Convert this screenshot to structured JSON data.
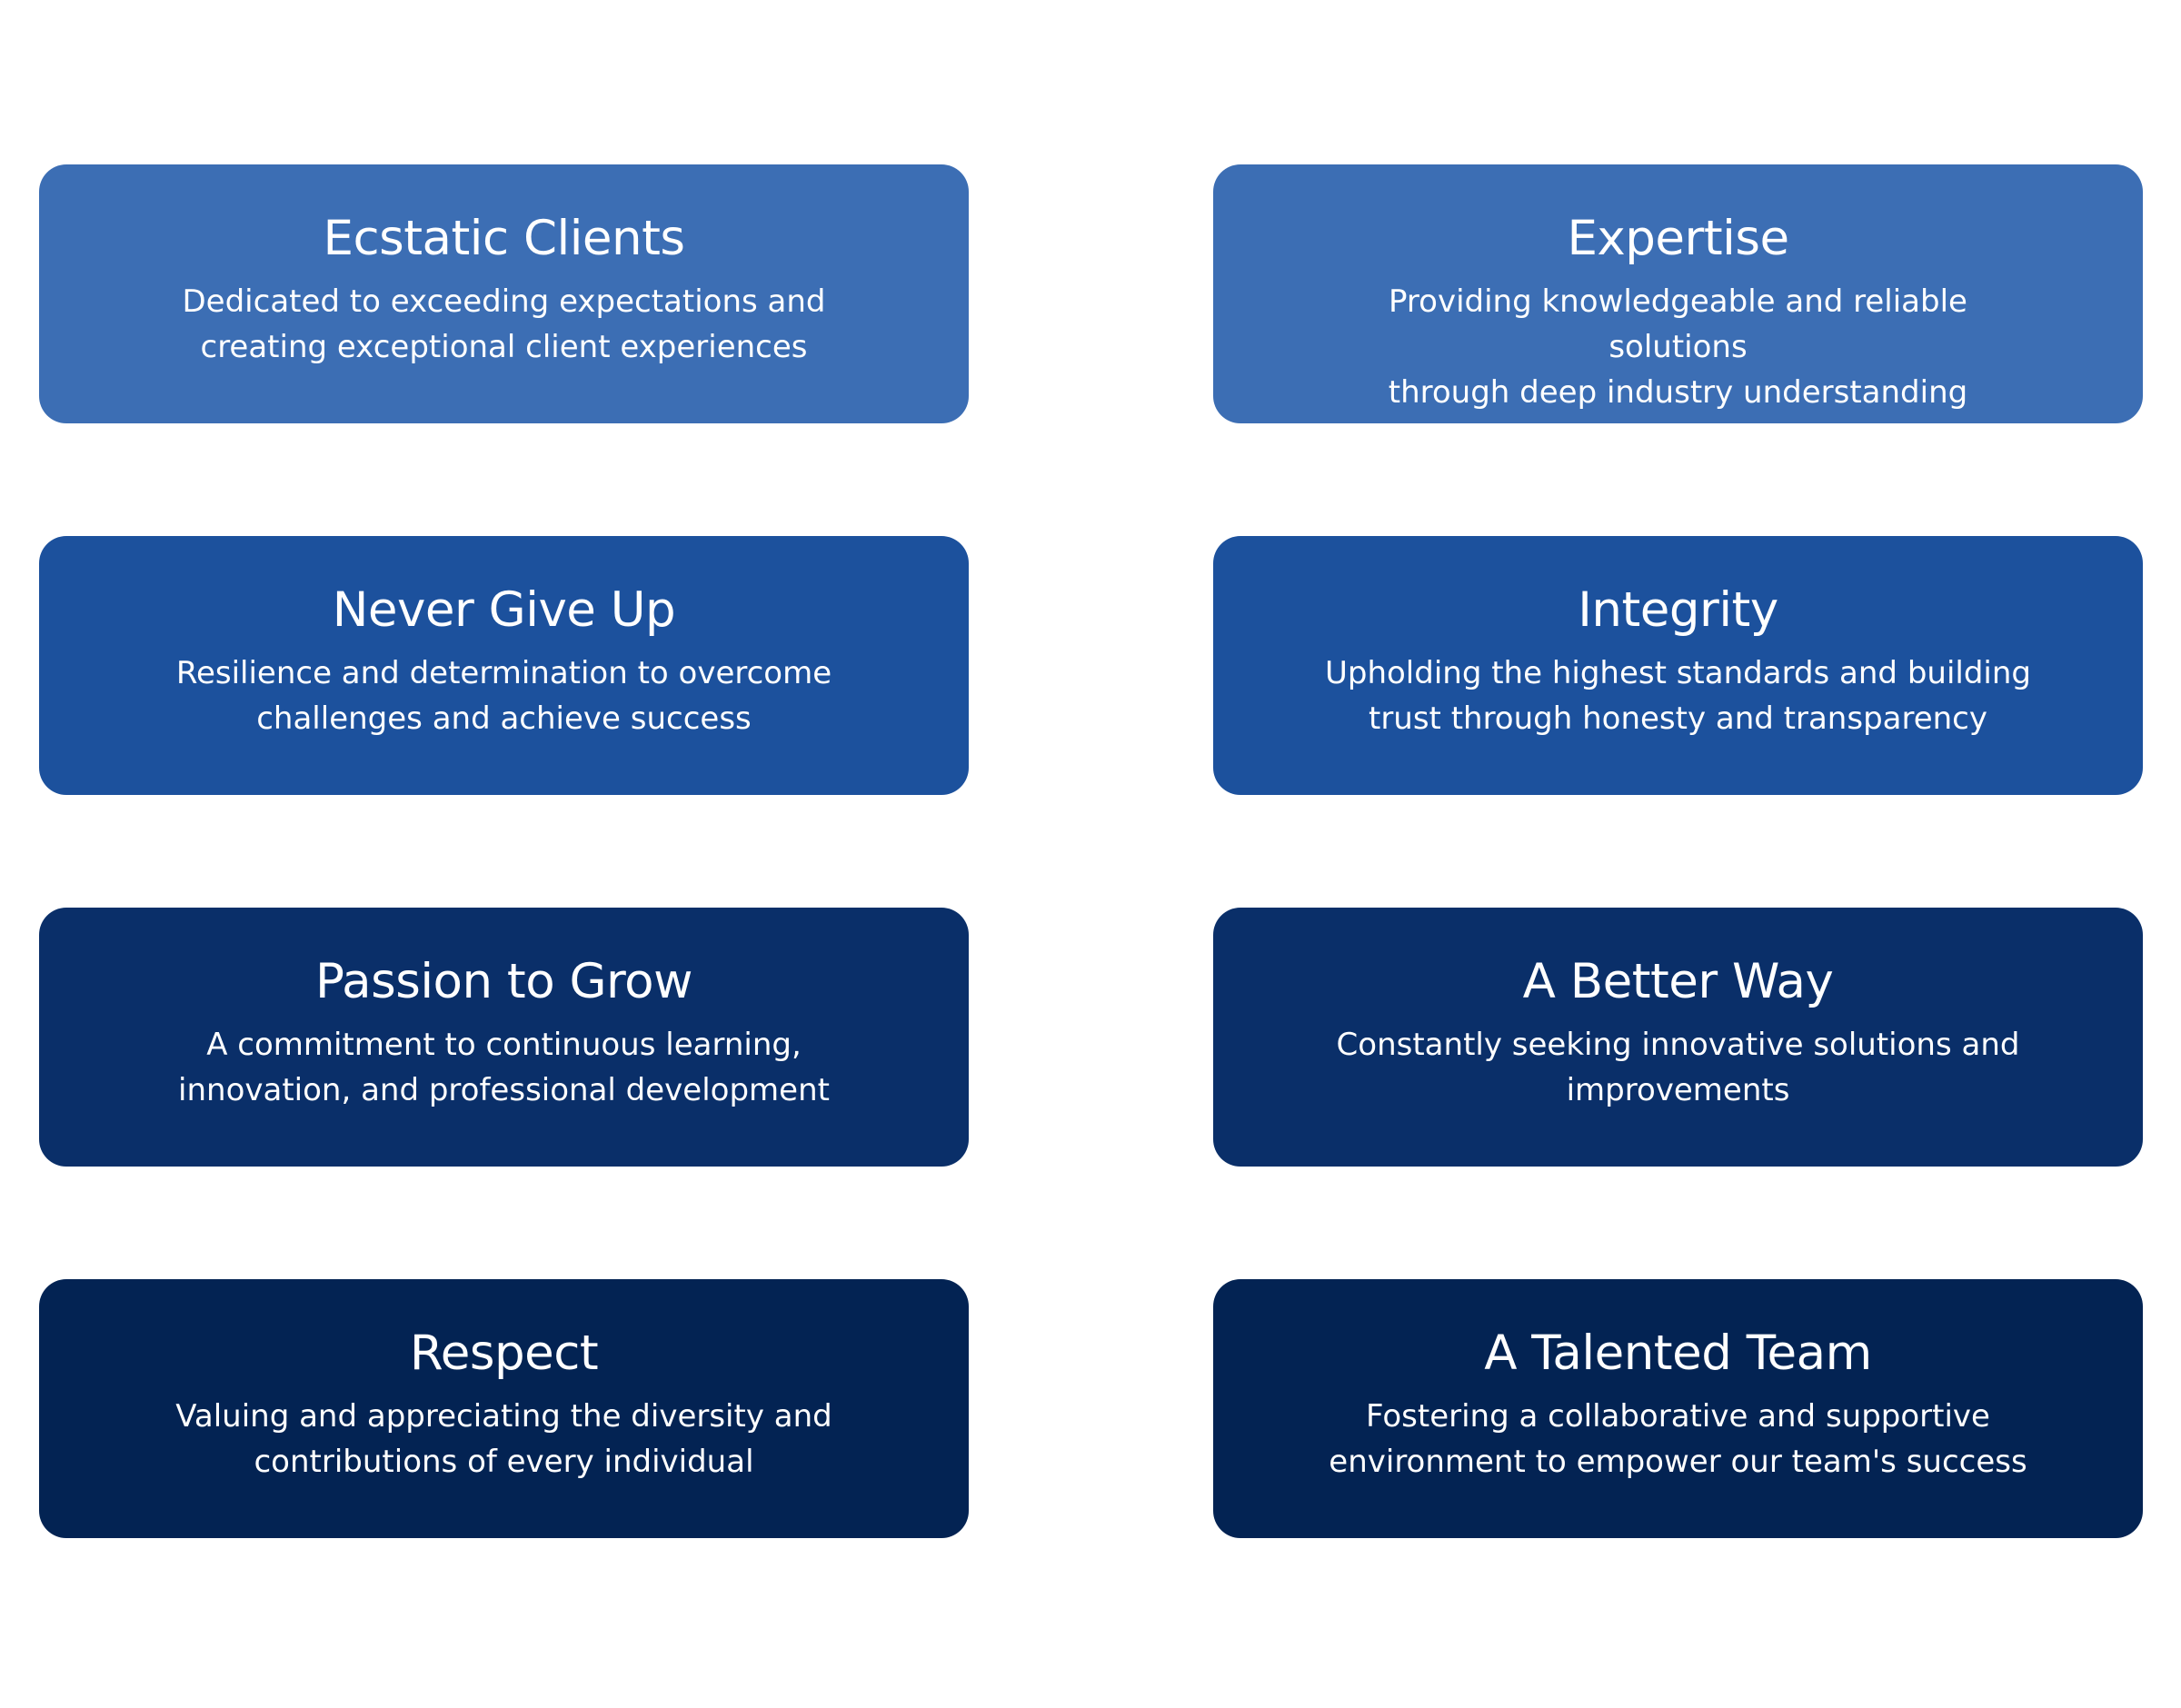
{
  "colors": {
    "row_0": "#3c6eb4",
    "row_1": "#1c519d",
    "row_2": "#0a2f69",
    "row_3": "#032353",
    "text": "#ffffff",
    "background": "#ffffff"
  },
  "cards": [
    {
      "title": "Ecstatic Clients",
      "desc_line1": "Dedicated to exceeding expectations and",
      "desc_line2": "creating exceptional client experiences"
    },
    {
      "title": "Expertise",
      "desc_line1": "Providing knowledgeable and reliable solutions",
      "desc_line2": "through deep industry understanding"
    },
    {
      "title": "Never Give Up",
      "desc_line1": "Resilience and determination to overcome",
      "desc_line2": "challenges and achieve success"
    },
    {
      "title": "Integrity",
      "desc_line1": "Upholding the highest standards and building",
      "desc_line2": "trust through honesty and transparency"
    },
    {
      "title": "Passion to Grow",
      "desc_line1": "A commitment to continuous learning,",
      "desc_line2": "innovation, and professional development"
    },
    {
      "title": "A Better Way",
      "desc_line1": "Constantly seeking innovative solutions and",
      "desc_line2": "improvements"
    },
    {
      "title": "Respect",
      "desc_line1": "Valuing and appreciating the diversity and",
      "desc_line2": "contributions of every individual"
    },
    {
      "title": "A Talented Team",
      "desc_line1": "Fostering a collaborative and supportive",
      "desc_line2": "environment to empower our team's success"
    }
  ]
}
